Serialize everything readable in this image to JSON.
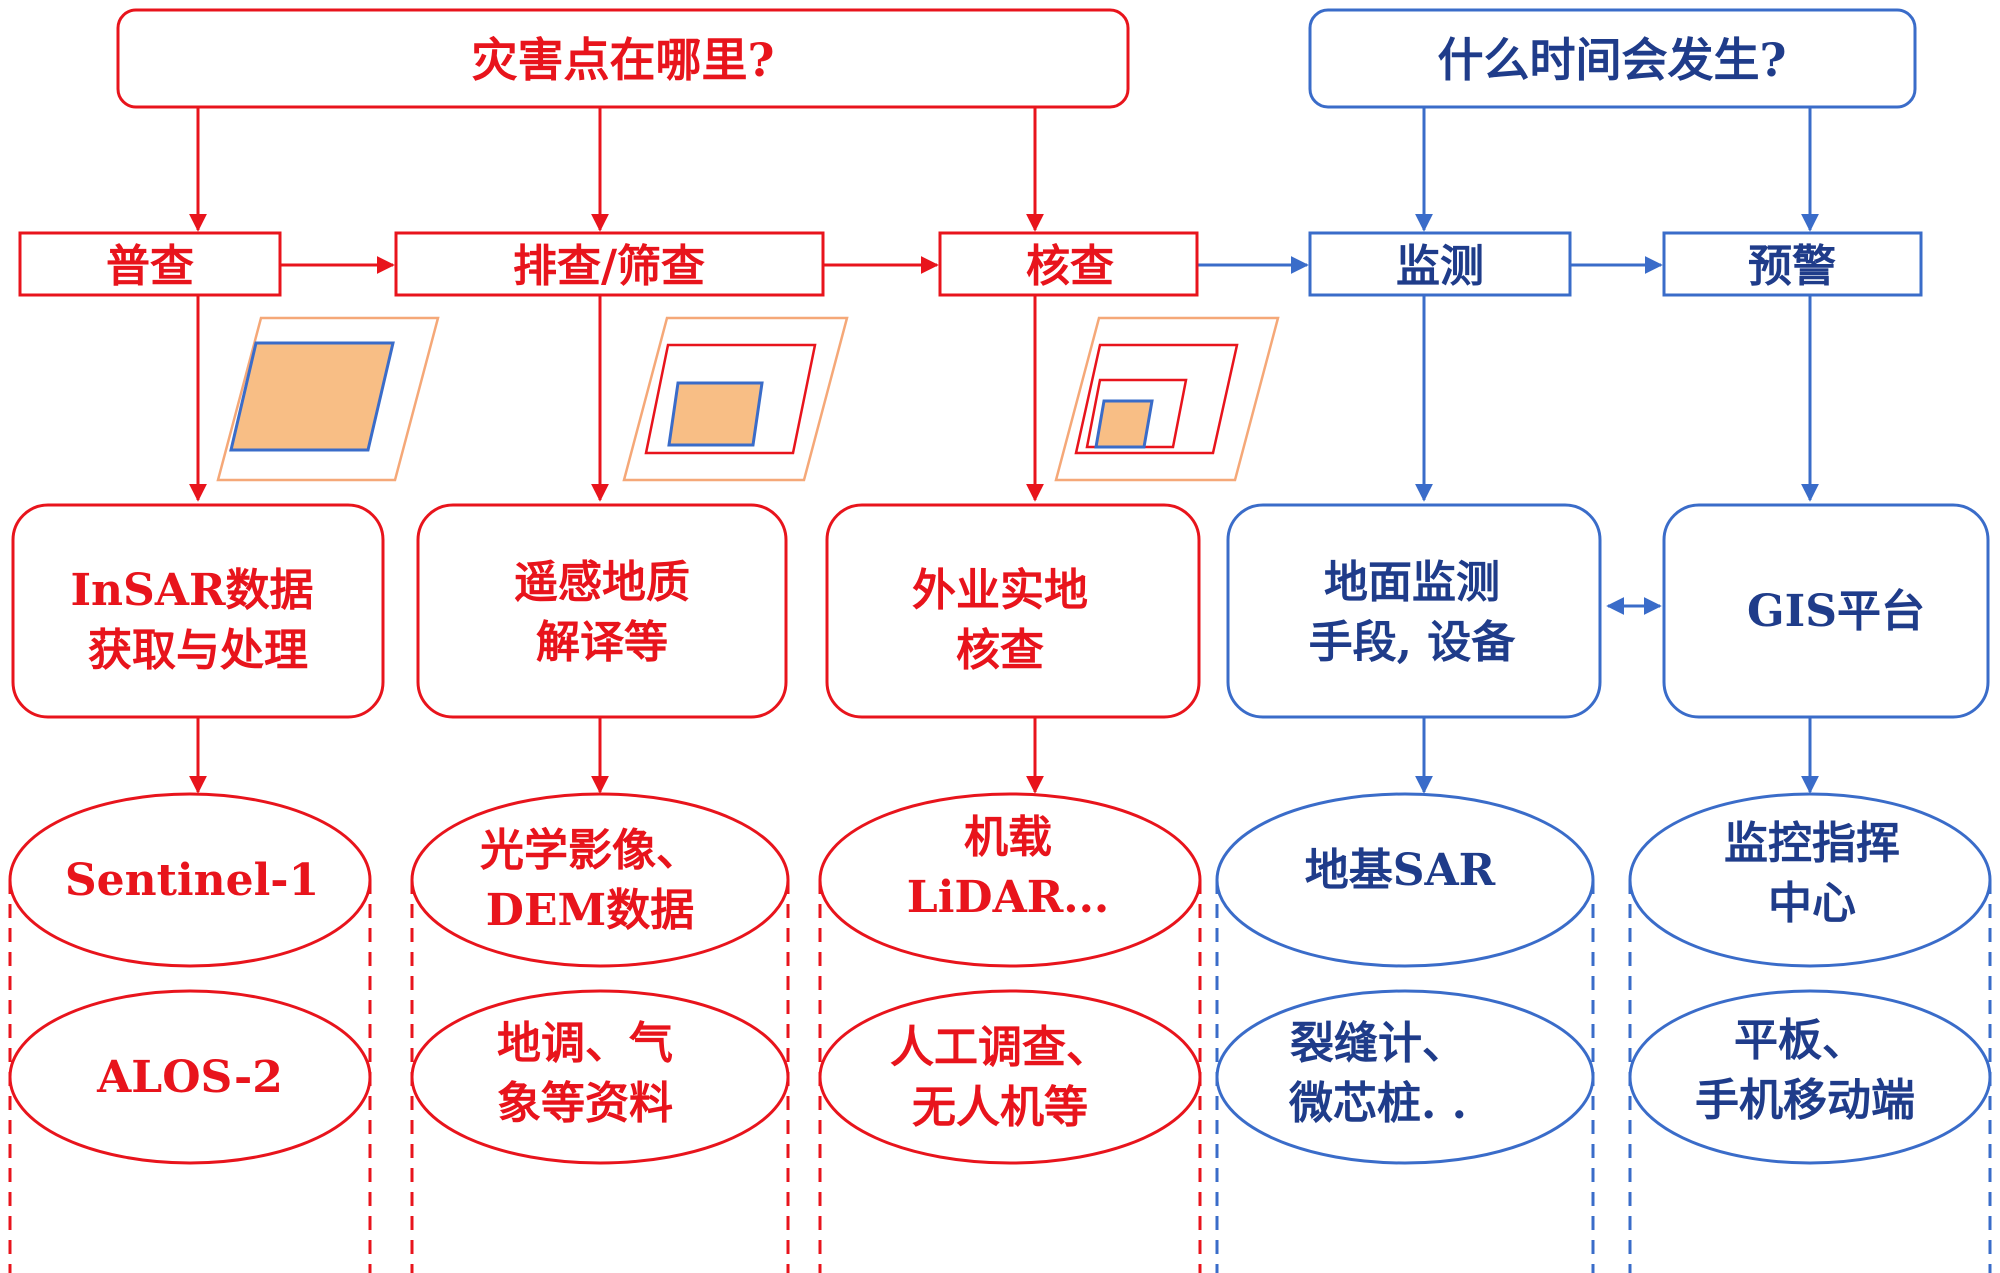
{
  "colors": {
    "red": "#e8141c",
    "blue": "#3a6cc9",
    "blue_text": "#1f3c8a",
    "fill": "#f8be85",
    "orange_outline": "#f5a878"
  },
  "questions": {
    "where": "灾害点在哪里?",
    "when": "什么时间会发生?"
  },
  "stages": {
    "census": "普查",
    "screening": "排查/筛查",
    "verification": "核查",
    "monitoring": "监测",
    "warning": "预警"
  },
  "methods": {
    "insar": [
      "InSAR数据",
      "获取与处理"
    ],
    "remote_sensing": [
      "遥感地质",
      "解译等"
    ],
    "field": [
      "外业实地",
      "核查"
    ],
    "ground_monitoring": [
      "地面监测",
      "手段, 设备"
    ],
    "gis": [
      "GIS平台"
    ]
  },
  "resources": {
    "c1_top": [
      "Sentinel-1"
    ],
    "c1_bottom": [
      "ALOS-2"
    ],
    "c2_top": [
      "光学影像、",
      "DEM数据"
    ],
    "c2_bottom": [
      "地调、气",
      "象等资料"
    ],
    "c3_top": [
      "机载",
      "LiDAR..."
    ],
    "c3_bottom": [
      "人工调查、",
      "无人机等"
    ],
    "c4_top": [
      "地基SAR"
    ],
    "c4_bottom": [
      "裂缝计、",
      "微芯桩. ."
    ],
    "c5_top": [
      "监控指挥",
      "中心"
    ],
    "c5_bottom": [
      "平板、",
      "手机移动端"
    ]
  }
}
